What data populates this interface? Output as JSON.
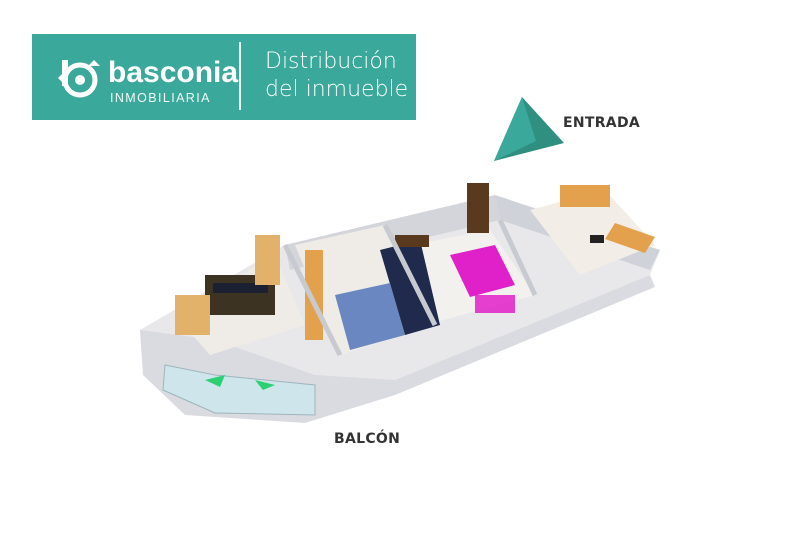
{
  "header": {
    "brand": "basconia",
    "brand_sub": "INMOBILIARIA",
    "title_line1": "Distribución",
    "title_line2": "del inmueble"
  },
  "labels": {
    "entrada": "ENTRADA",
    "balcon": "BALCÓN"
  },
  "colors": {
    "accent": "#3aa89a",
    "label_text": "#333333"
  },
  "icons": {
    "logo": "basconia-logo-icon",
    "entrance": "entrance-arrow-icon"
  }
}
